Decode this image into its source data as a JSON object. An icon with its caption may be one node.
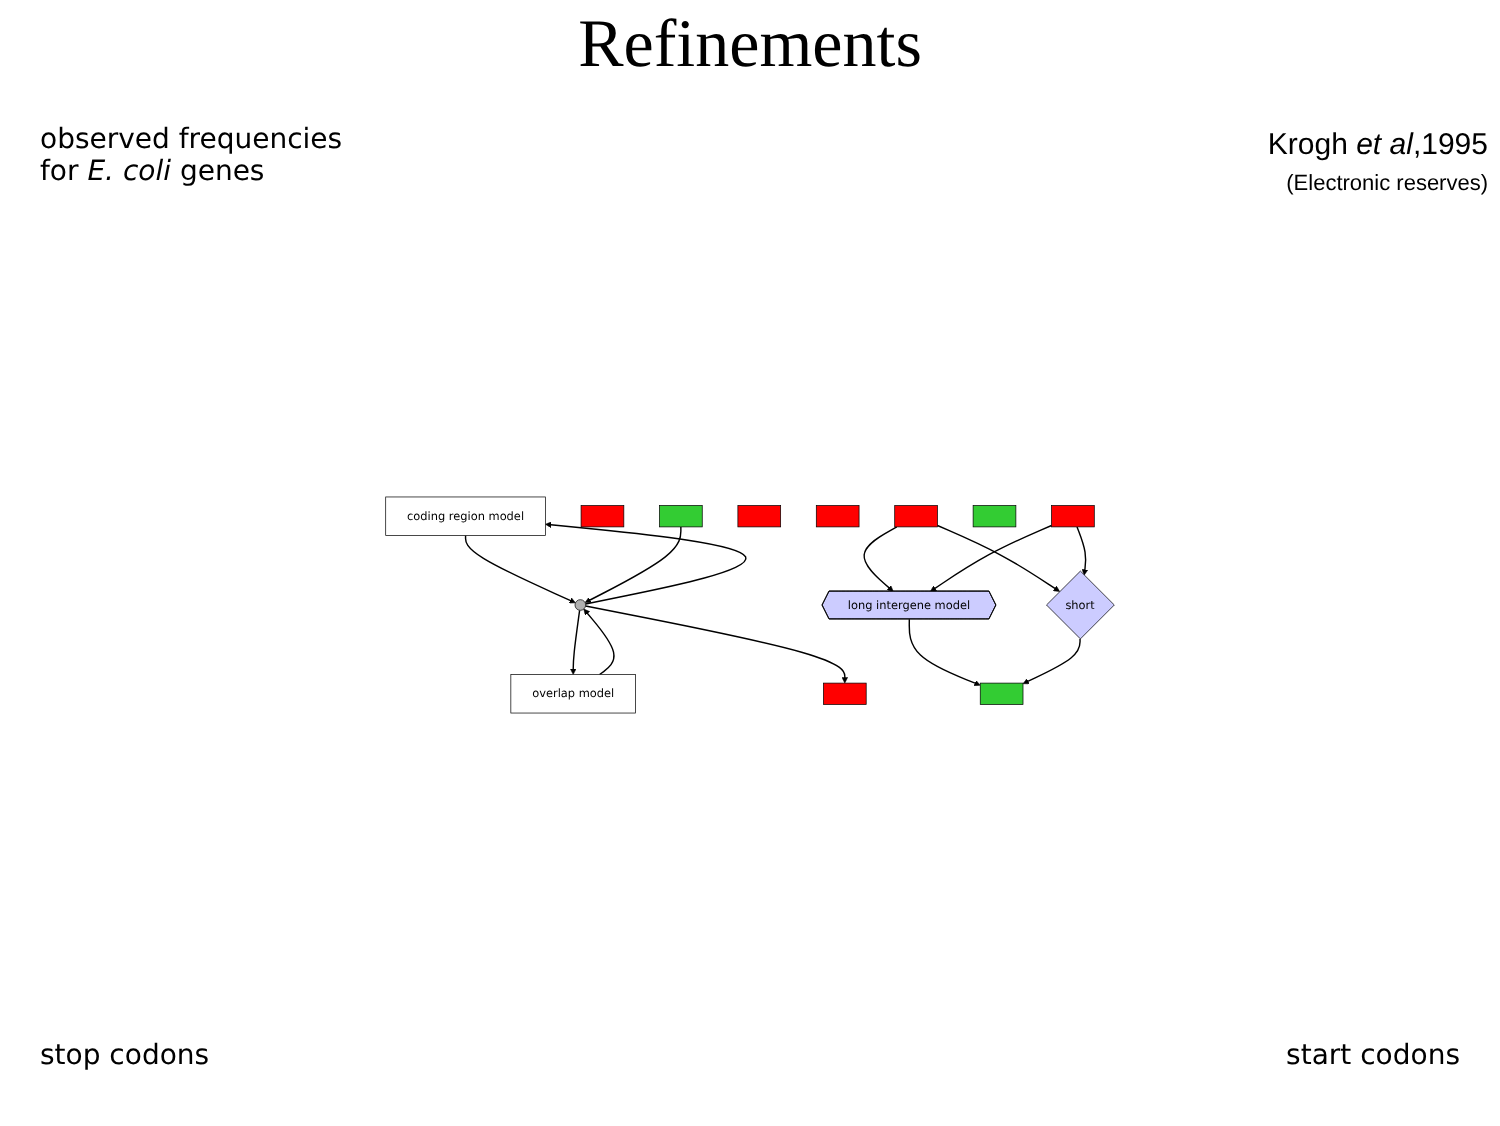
{
  "diagram": {
    "title": "Refinements",
    "nodes": [
      {
        "text": [
          "coding region model"
        ]
      },
      {
        "text": [
          "overlap model"
        ]
      },
      {
        "text": [],
        "shape": "circle"
      },
      {
        "text": [],
        "shape": "box"
      },
      {
        "text": [],
        "shape": "box"
      },
      {
        "text": [],
        "shape": "box"
      },
      {
        "text": [],
        "shape": "box"
      },
      {
        "text": [],
        "shape": "box"
      },
      {
        "text": [],
        "shape": "box"
      },
      {
        "text": [
          "long intergene model"
        ]
      },
      {
        "text": [
          "short"
        ]
      },
      {
        "text": [],
        "shape": "box"
      },
      {
        "text": [],
        "shape": "box"
      },
      {
        "text": [],
        "shape": "box"
      }
    ],
    "edges": [
      {
        "from": 2,
        "to": 0,
        "arrow": "to"
      },
      {
        "from": 0,
        "to": 2,
        "arrow": "to"
      },
      {
        "from": 2,
        "to": 1,
        "arrow": "to"
      },
      {
        "from": 1,
        "to": 2,
        "arrow": "to"
      },
      {
        "from": 2,
        "to": 3,
        "arrow": "to"
      },
      {
        "from": 5,
        "to": 9,
        "arrow": "to"
      },
      {
        "from": 5,
        "to": 10,
        "arrow": "to"
      },
      {
        "from": 8,
        "to": 9,
        "arrow": "to"
      },
      {
        "from": 8,
        "to": 10,
        "arrow": "to"
      },
      {
        "from": 9,
        "to": 11,
        "arrow": "to"
      },
      {
        "from": 10,
        "to": 11,
        "arrow": "to"
      },
      {
        "from": 13,
        "to": 2,
        "arrow": "to"
      }
    ],
    "labels": [
      "observed frequencies for *E. coli* genes",
      "Krogh *et al*,1995",
      "(Electronic reserves)",
      "stop codons",
      "start codons"
    ]
  }
}
